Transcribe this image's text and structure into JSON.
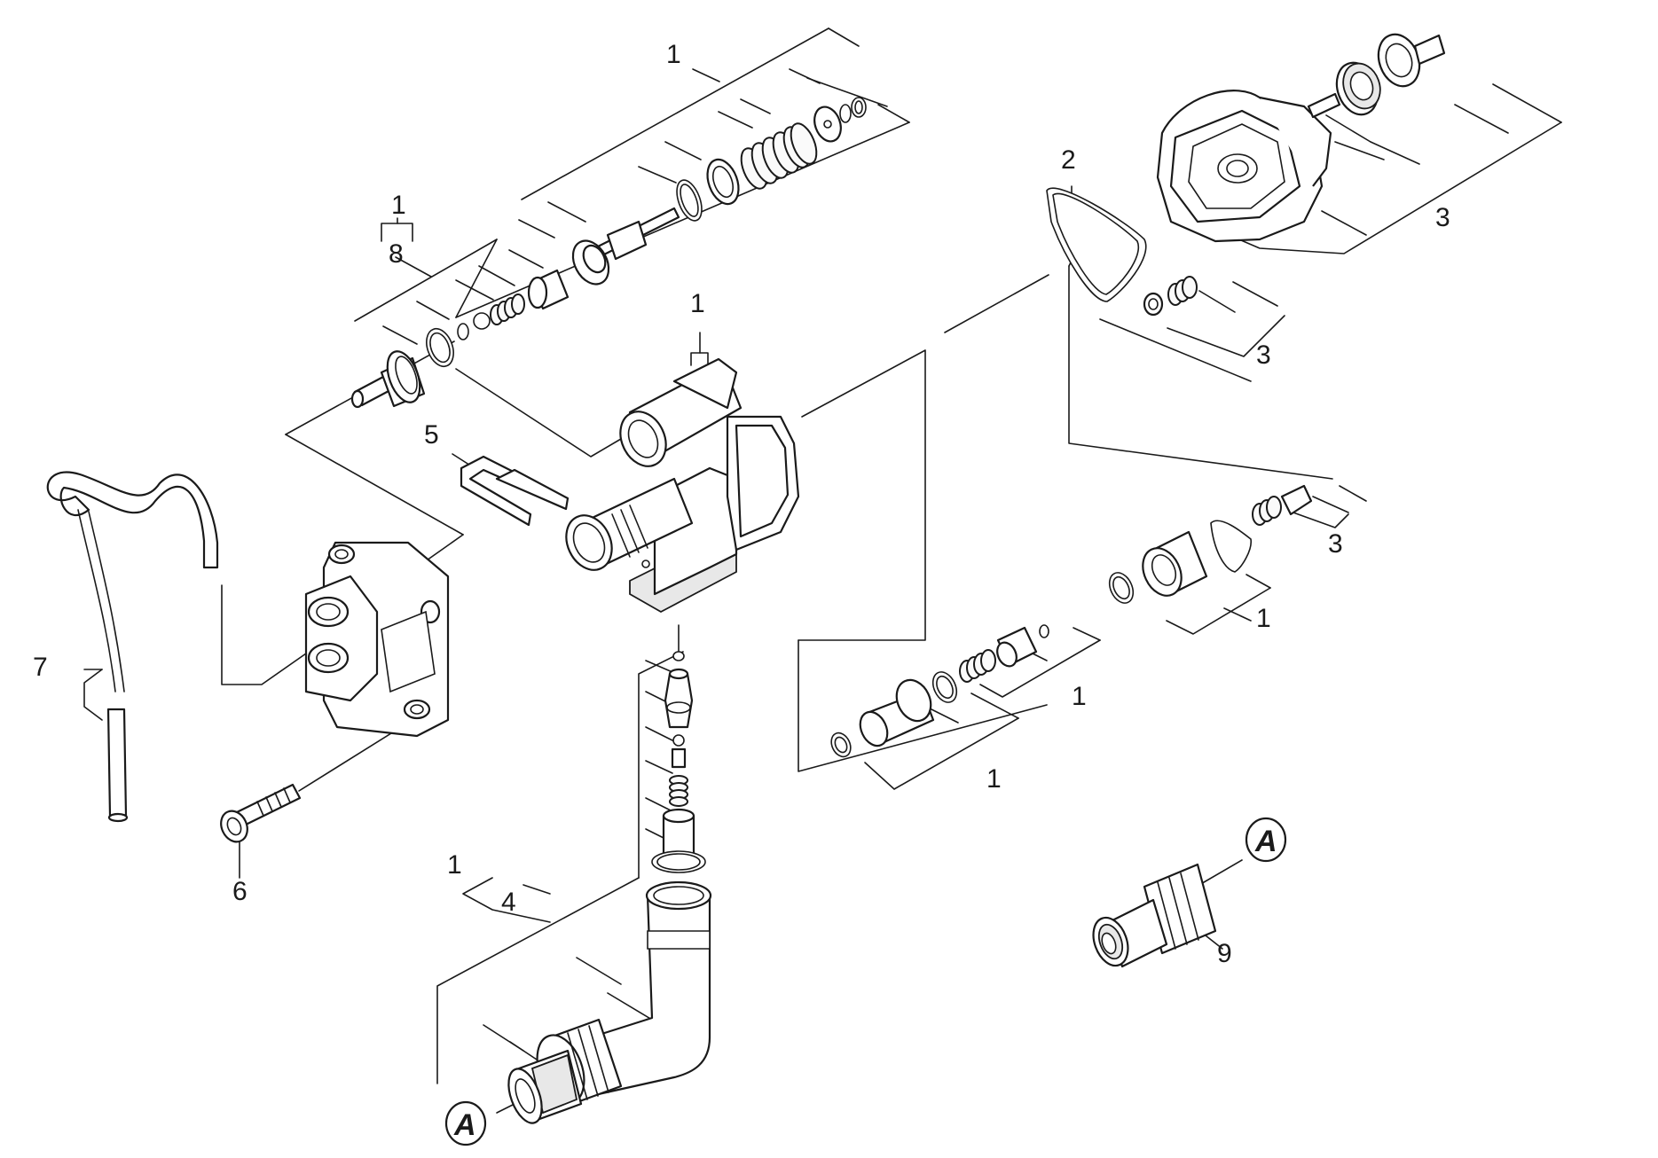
{
  "callouts": [
    {
      "id": "c1-top",
      "text": "1"
    },
    {
      "id": "c1-bracket",
      "text": "1"
    },
    {
      "id": "c8",
      "text": "8"
    },
    {
      "id": "c1-housing",
      "text": "1"
    },
    {
      "id": "c5",
      "text": "5"
    },
    {
      "id": "c7",
      "text": "7"
    },
    {
      "id": "c6",
      "text": "6"
    },
    {
      "id": "c1-left",
      "text": "1"
    },
    {
      "id": "c4",
      "text": "4"
    },
    {
      "id": "c2",
      "text": "2"
    },
    {
      "id": "c3-top",
      "text": "3"
    },
    {
      "id": "c3-mid",
      "text": "3"
    },
    {
      "id": "c3-low",
      "text": "3"
    },
    {
      "id": "c1-right",
      "text": "1"
    },
    {
      "id": "c1-mid",
      "text": "1"
    },
    {
      "id": "c1-bottom",
      "text": "1"
    },
    {
      "id": "c9",
      "text": "9"
    }
  ],
  "references": [
    {
      "id": "ref-a-top",
      "text": "A"
    },
    {
      "id": "ref-a-bottom",
      "text": "A"
    }
  ],
  "colors": {
    "line": "#1a1a1a",
    "background": "#ffffff"
  }
}
